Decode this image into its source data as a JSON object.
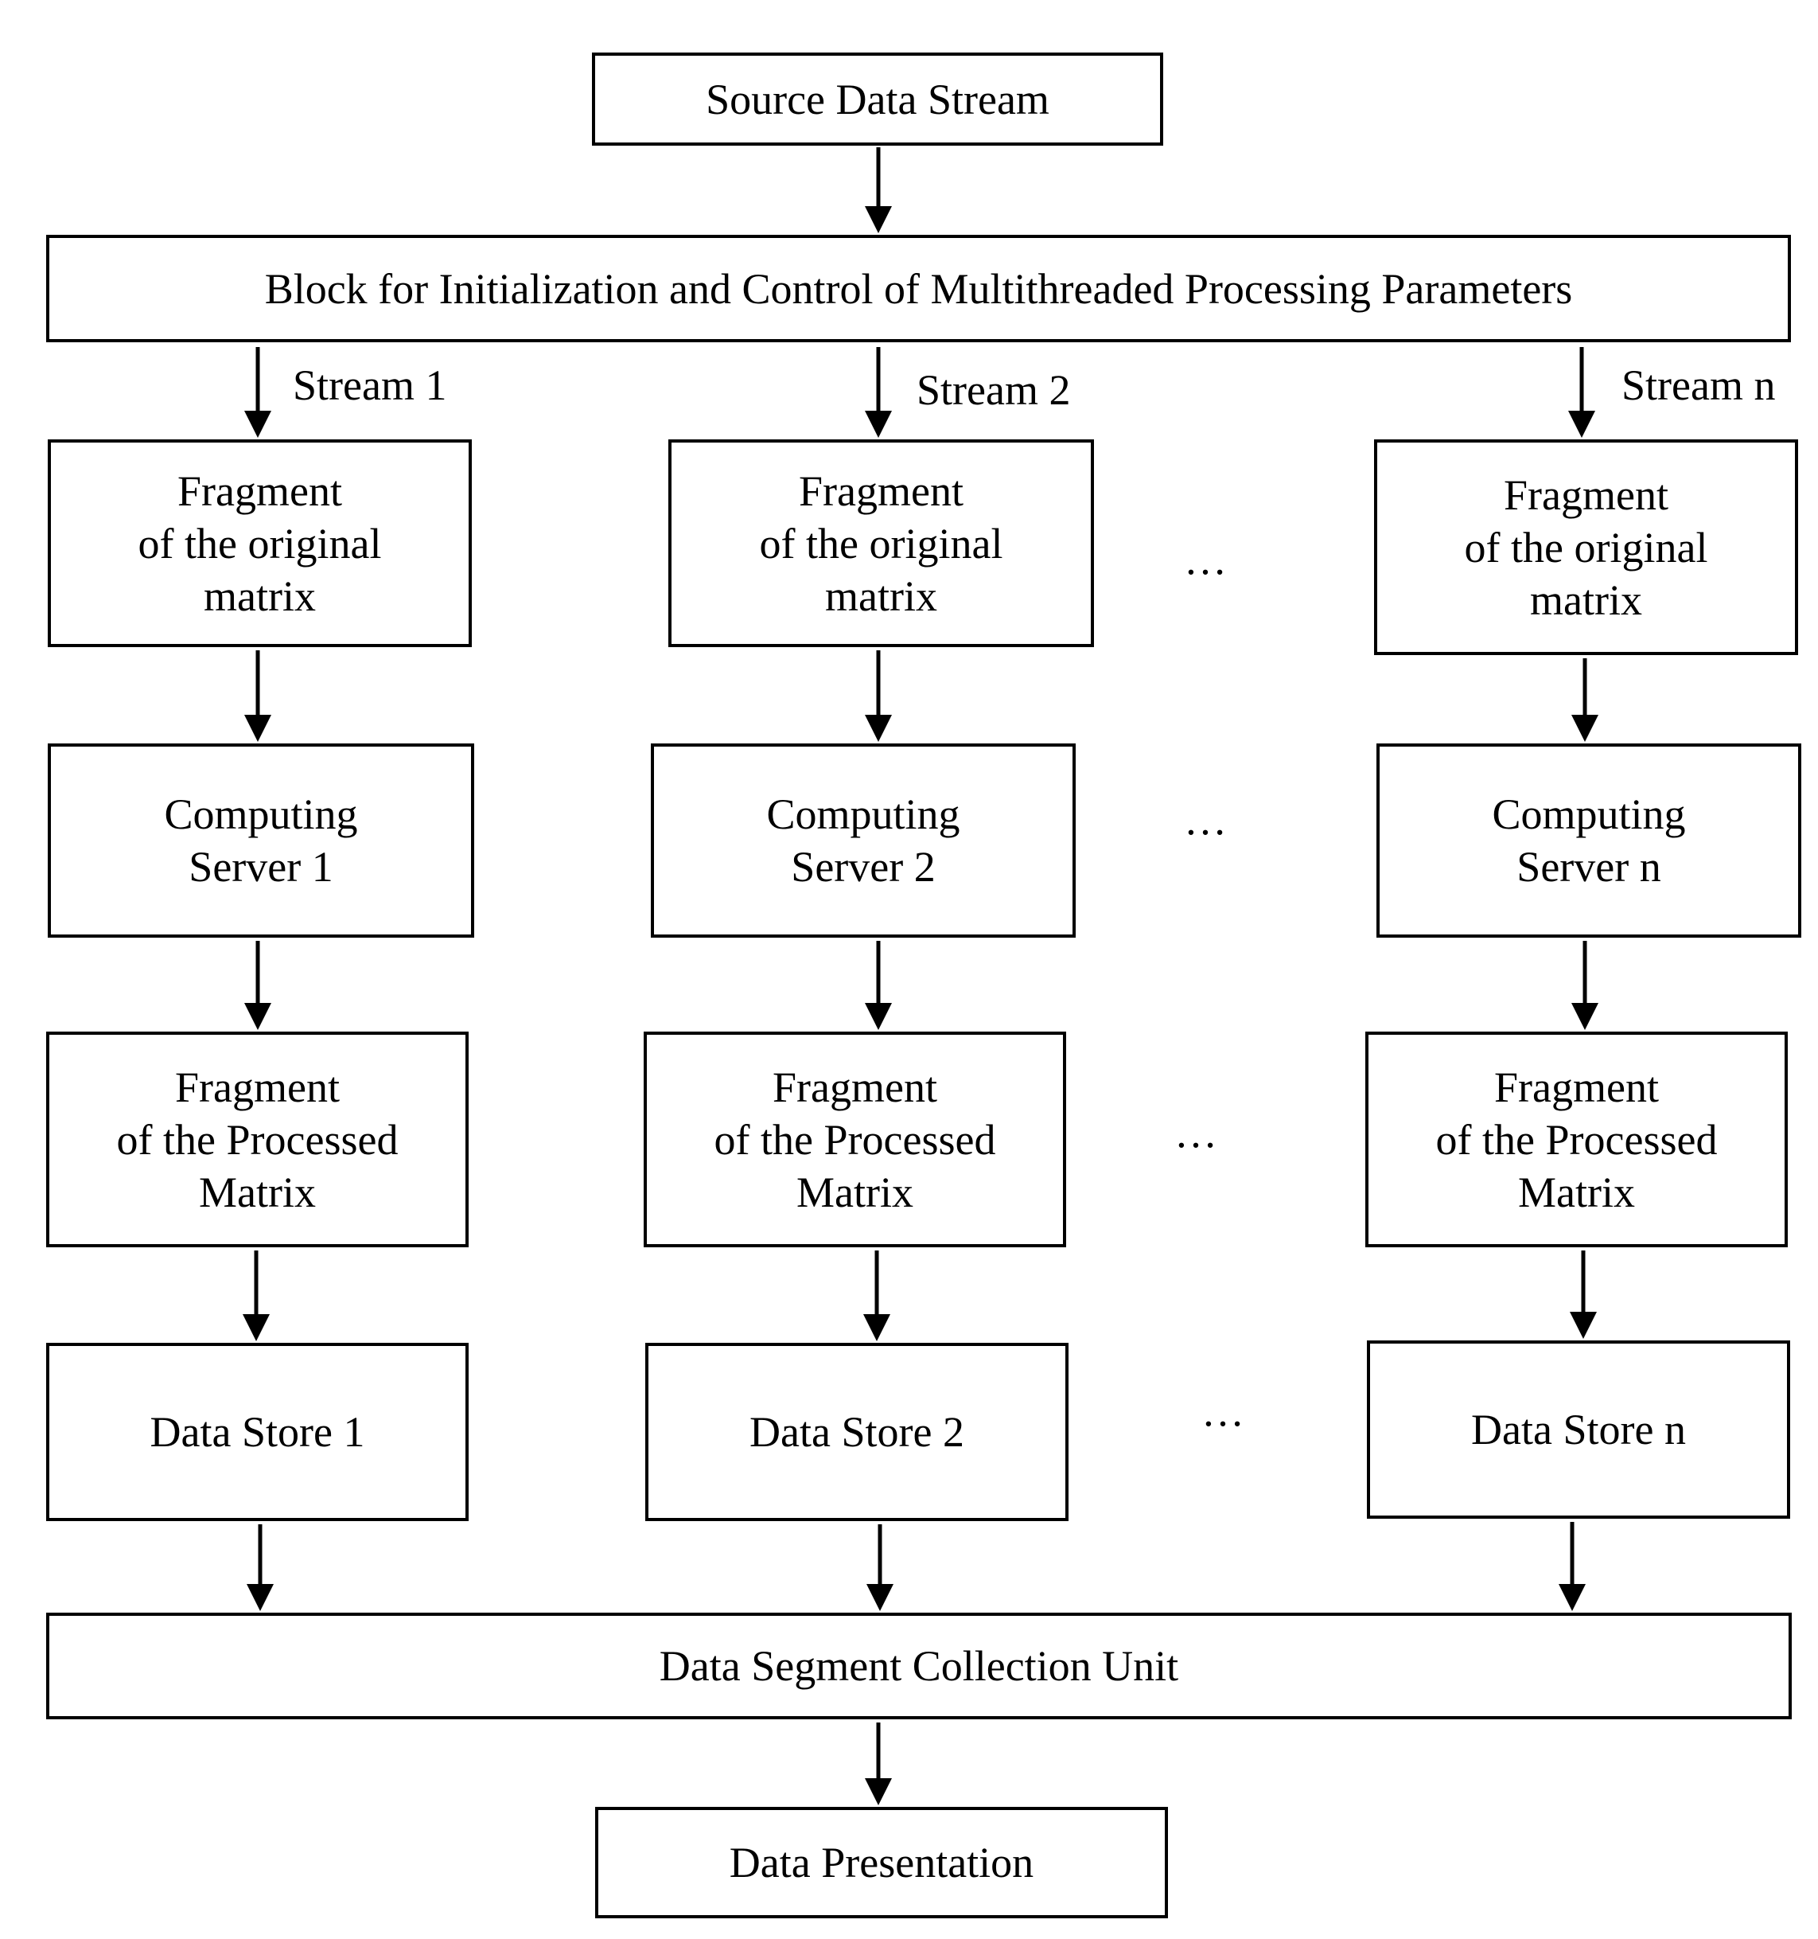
{
  "diagram": {
    "source": "Source Data Stream",
    "control_block": "Block for Initialization and Control of Multithreaded Processing Parameters",
    "streams": [
      {
        "stream_label": "Stream 1",
        "fragment_original": [
          "Fragment",
          "of the original",
          "matrix"
        ],
        "server": [
          "Computing",
          "Server 1"
        ],
        "fragment_processed": [
          "Fragment",
          "of the Processed",
          "Matrix"
        ],
        "store": "Data Store 1"
      },
      {
        "stream_label": "Stream 2",
        "fragment_original": [
          "Fragment",
          "of the original",
          "matrix"
        ],
        "server": [
          "Computing",
          "Server 2"
        ],
        "fragment_processed": [
          "Fragment",
          "of the Processed",
          "Matrix"
        ],
        "store": "Data Store 2"
      },
      {
        "stream_label": "Stream n",
        "fragment_original": [
          "Fragment",
          "of the original",
          "matrix"
        ],
        "server": [
          "Computing",
          "Server n"
        ],
        "fragment_processed": [
          "Fragment",
          "of the Processed",
          "Matrix"
        ],
        "store": "Data Store n"
      }
    ],
    "ellipsis": "…",
    "collection_unit": "Data Segment Collection Unit",
    "presentation": "Data Presentation"
  },
  "colors": {
    "line": "#000000",
    "background": "#ffffff"
  }
}
